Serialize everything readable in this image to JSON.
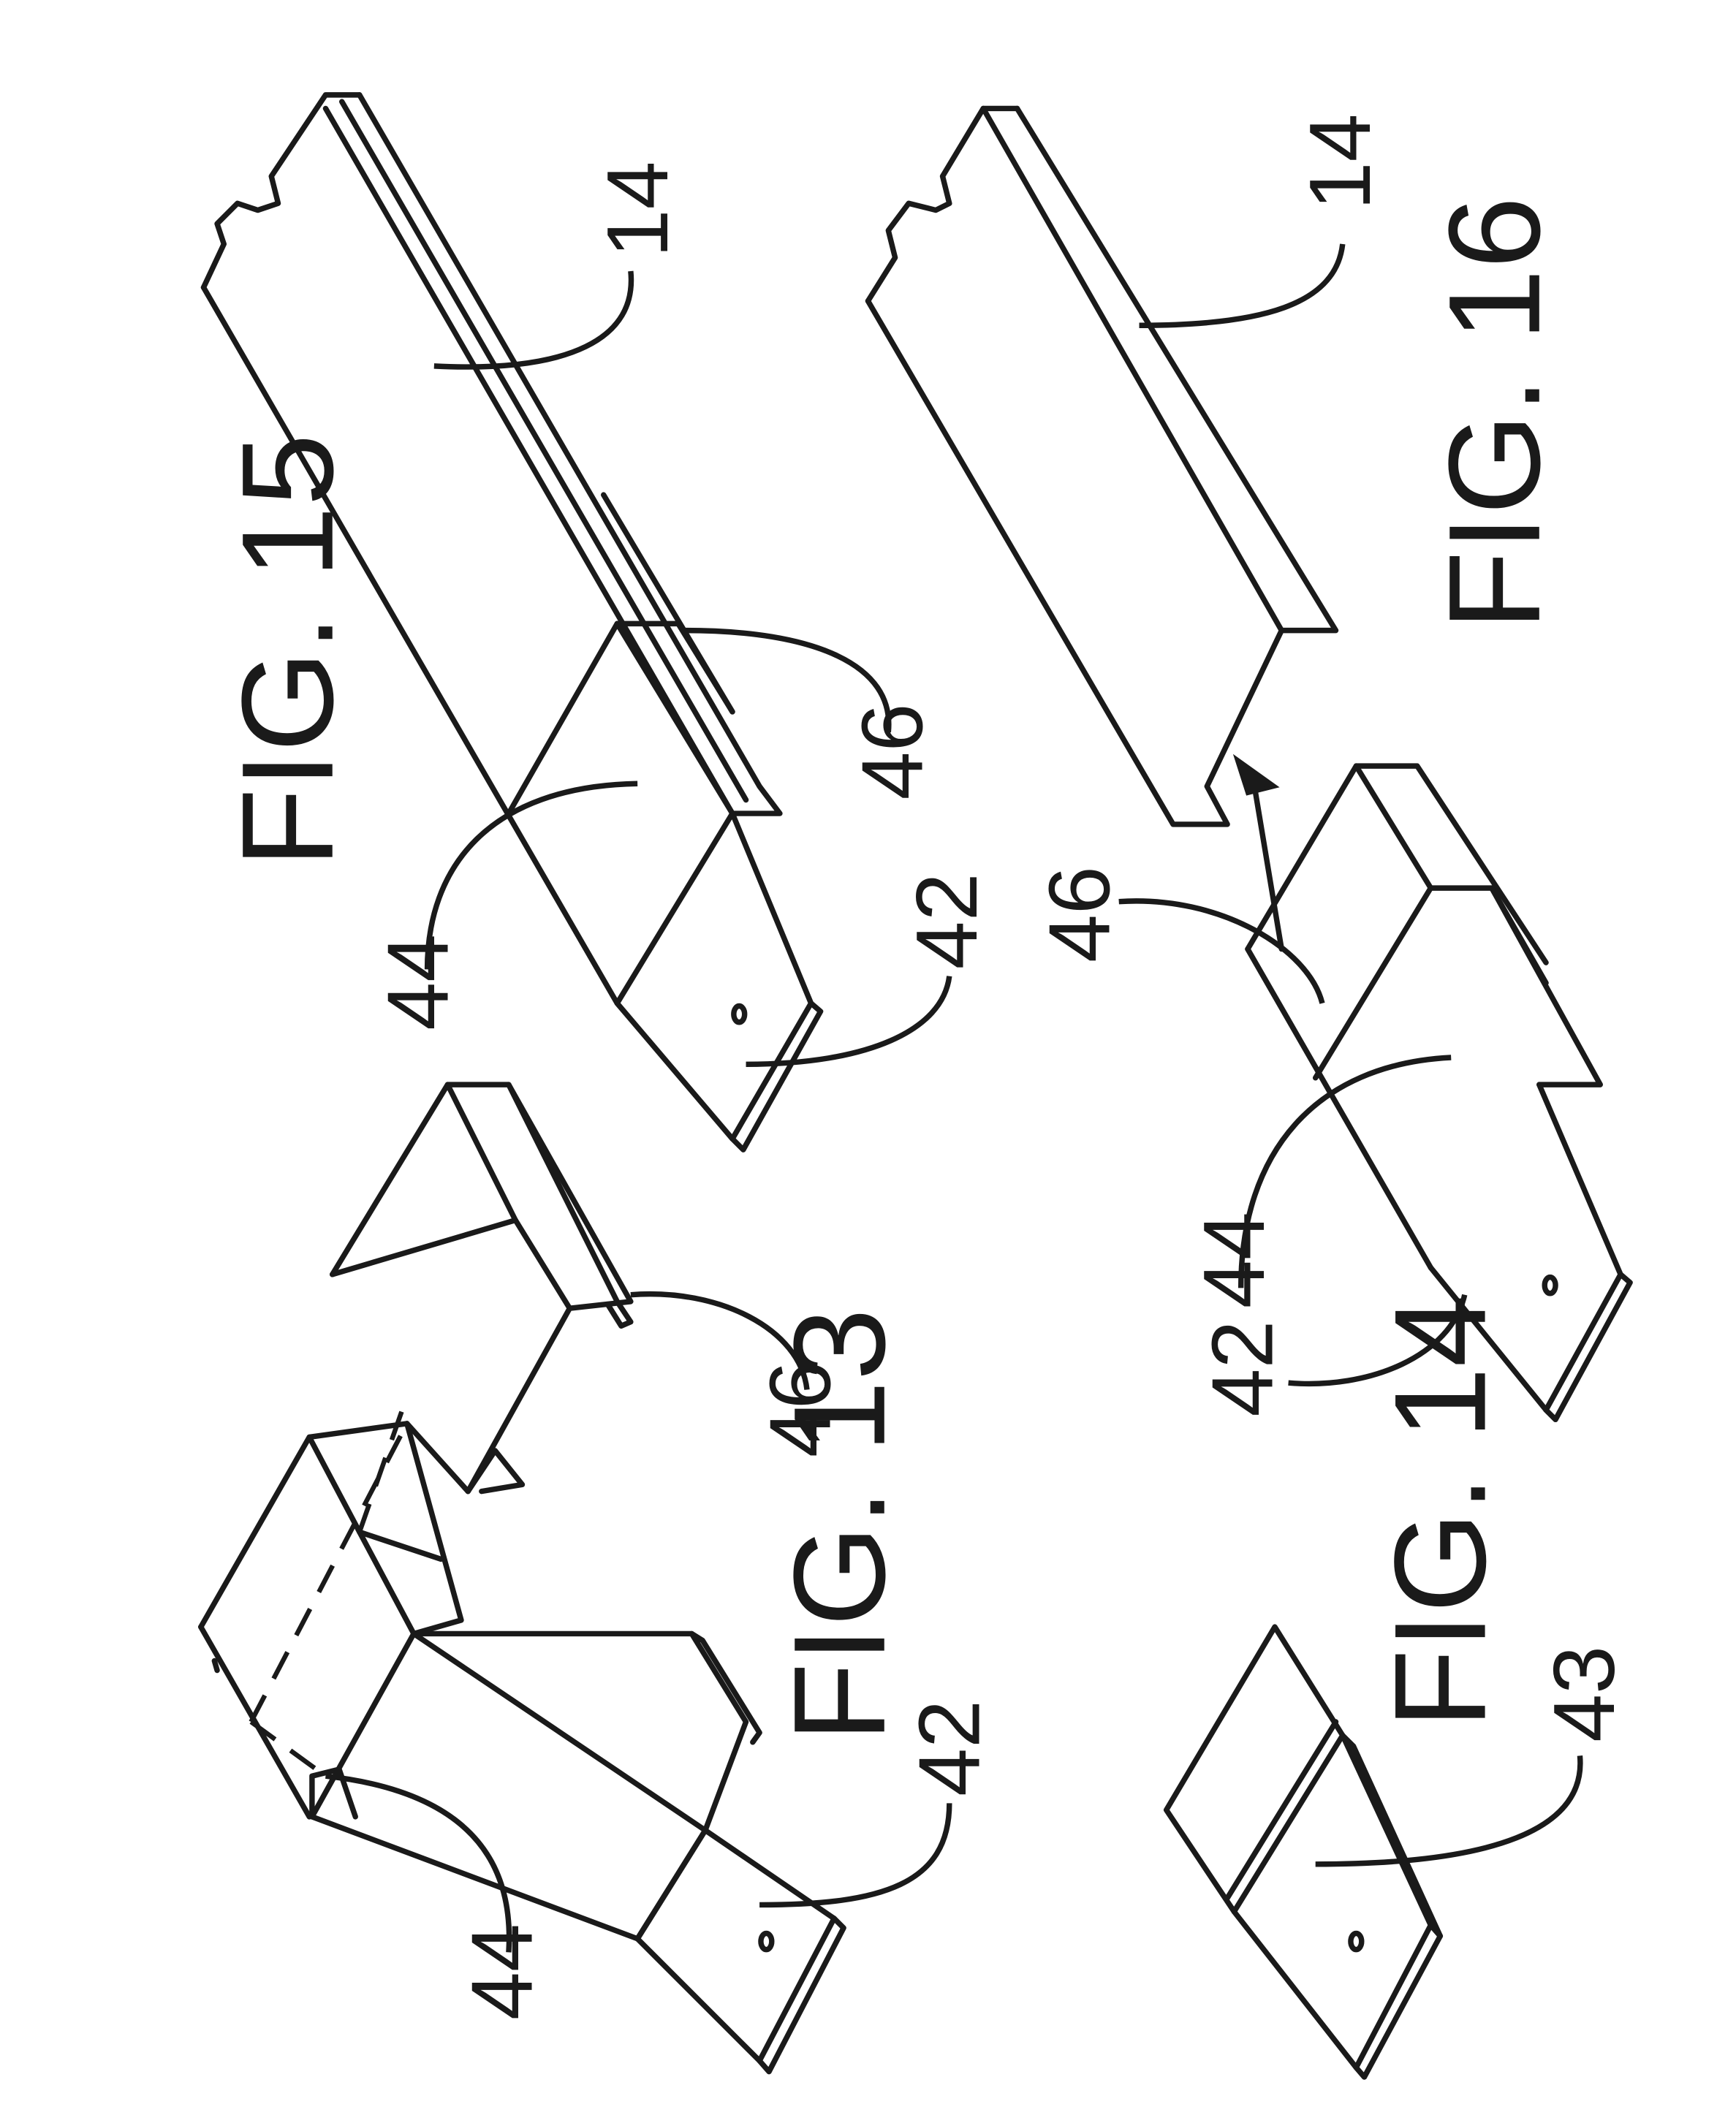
{
  "figures": [
    {
      "id": "fig13",
      "label": "FIG. 13"
    },
    {
      "id": "fig14",
      "label": "FIG. 14"
    },
    {
      "id": "fig15",
      "label": "FIG. 15"
    },
    {
      "id": "fig16",
      "label": "FIG. 16"
    }
  ],
  "reference_numerals": {
    "fig13": [
      "44",
      "46",
      "42"
    ],
    "fig14": [
      "43"
    ],
    "fig15": [
      "14",
      "46",
      "44",
      "42"
    ],
    "fig16": [
      "14",
      "46",
      "44",
      "42"
    ]
  }
}
